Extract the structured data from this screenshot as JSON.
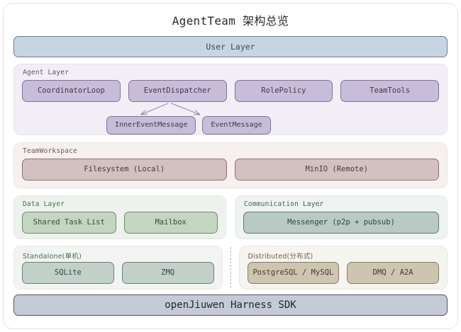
{
  "diagram": {
    "title": "AgentTeam 架构总览",
    "frame_bg": "#ffffff",
    "frame_border": "#e2e2e4"
  },
  "user_layer": {
    "label": "User Layer",
    "fill": "#c7d5e2",
    "stroke": "#6b7f96"
  },
  "agent_layer": {
    "title": "Agent Layer",
    "container_fill": "#f1eff5",
    "node_fill": "#c7bdd8",
    "node_stroke": "#7e729a",
    "nodes": [
      {
        "label": "CoordinatorLoop"
      },
      {
        "label": "EventDispatcher"
      },
      {
        "label": "RolePolicy"
      },
      {
        "label": "TeamTools"
      }
    ],
    "message_nodes": [
      {
        "label": "InnerEventMessage"
      },
      {
        "label": "EventMessage"
      }
    ],
    "arrows": [
      {
        "from": "EventDispatcher",
        "to": "InnerEventMessage"
      },
      {
        "from": "EventDispatcher",
        "to": "EventMessage"
      }
    ]
  },
  "team_workspace": {
    "title": "TeamWorkspace",
    "container_fill": "#f6f0f0",
    "node_fill": "#d4c0c0",
    "node_stroke": "#8e7171",
    "nodes": [
      {
        "label": "Filesystem (Local)"
      },
      {
        "label": "MinIO (Remote)"
      }
    ]
  },
  "data_layer": {
    "title": "Data Layer",
    "container_fill": "#edf3ec",
    "node_fill": "#c4d5c1",
    "node_stroke": "#6d8c6c",
    "nodes": [
      {
        "label": "Shared Task List"
      },
      {
        "label": "Mailbox"
      }
    ]
  },
  "communication_layer": {
    "title": "Communication Layer",
    "container_fill": "#eef3f1",
    "node_fill": "#b8cac3",
    "node_stroke": "#5f7a72",
    "nodes": [
      {
        "label": "Messenger (p2p + pubsub)"
      }
    ]
  },
  "standalone": {
    "title": "Standalone(单机)",
    "container_fill": "#f2f4f2",
    "node_fill": "#c3cfc9",
    "node_stroke": "#67817a",
    "nodes": [
      {
        "label": "SQLite"
      },
      {
        "label": "ZMQ"
      }
    ]
  },
  "distributed": {
    "title": "Distributed(分布式)",
    "container_fill": "#f6f4ef",
    "node_fill": "#cdc5af",
    "node_stroke": "#8a7d60",
    "nodes": [
      {
        "label": "PostgreSQL / MySQL"
      },
      {
        "label": "DMQ / A2A"
      }
    ]
  },
  "sdk_layer": {
    "label": "openJiuwen Harness SDK",
    "fill": "#c5cbd6",
    "stroke": "#4f5565"
  }
}
